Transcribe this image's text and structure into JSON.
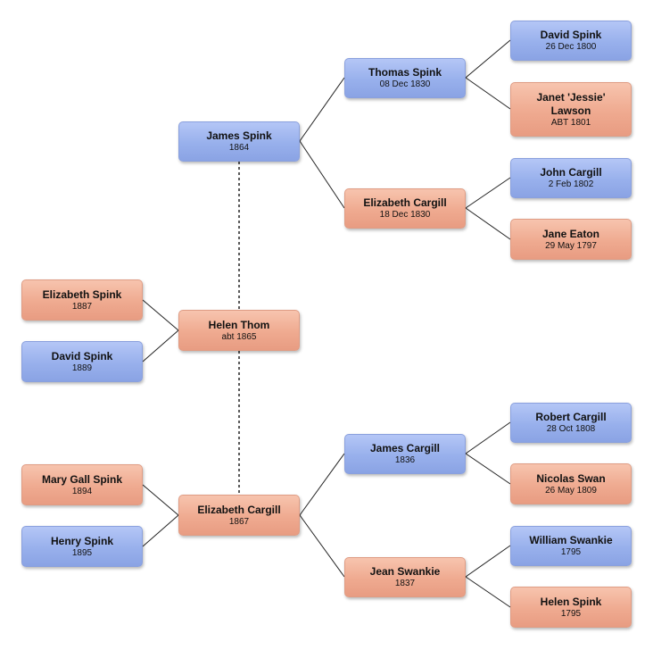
{
  "people": {
    "james_spink": {
      "name": "James Spink",
      "date": "1864"
    },
    "thomas_spink": {
      "name": "Thomas Spink",
      "date": "08 Dec 1830"
    },
    "david_spink_1800": {
      "name": "David Spink",
      "date": "26 Dec 1800"
    },
    "janet_lawson": {
      "name": "Janet 'Jessie' Lawson",
      "date": "ABT 1801"
    },
    "elizabeth_cargill_1830": {
      "name": "Elizabeth Cargill",
      "date": "18 Dec 1830"
    },
    "john_cargill": {
      "name": "John Cargill",
      "date": "2 Feb 1802"
    },
    "jane_eaton": {
      "name": "Jane Eaton",
      "date": "29 May 1797"
    },
    "elizabeth_spink": {
      "name": "Elizabeth Spink",
      "date": "1887"
    },
    "david_spink_1889": {
      "name": "David Spink",
      "date": "1889"
    },
    "helen_thom": {
      "name": "Helen Thom",
      "date": "abt 1865"
    },
    "mary_gall_spink": {
      "name": "Mary Gall Spink",
      "date": "1894"
    },
    "henry_spink": {
      "name": "Henry Spink",
      "date": "1895"
    },
    "elizabeth_cargill_1867": {
      "name": "Elizabeth Cargill",
      "date": "1867"
    },
    "james_cargill": {
      "name": "James Cargill",
      "date": "1836"
    },
    "robert_cargill": {
      "name": "Robert Cargill",
      "date": "28 Oct 1808"
    },
    "nicolas_swan": {
      "name": "Nicolas Swan",
      "date": "26 May 1809"
    },
    "jean_swankie": {
      "name": "Jean Swankie",
      "date": "1837"
    },
    "william_swankie": {
      "name": "William Swankie",
      "date": "1795"
    },
    "helen_spink": {
      "name": "Helen Spink",
      "date": "1795"
    }
  },
  "colors": {
    "male": "#9db3ee",
    "female": "#f0ad93",
    "line": "#222222"
  }
}
